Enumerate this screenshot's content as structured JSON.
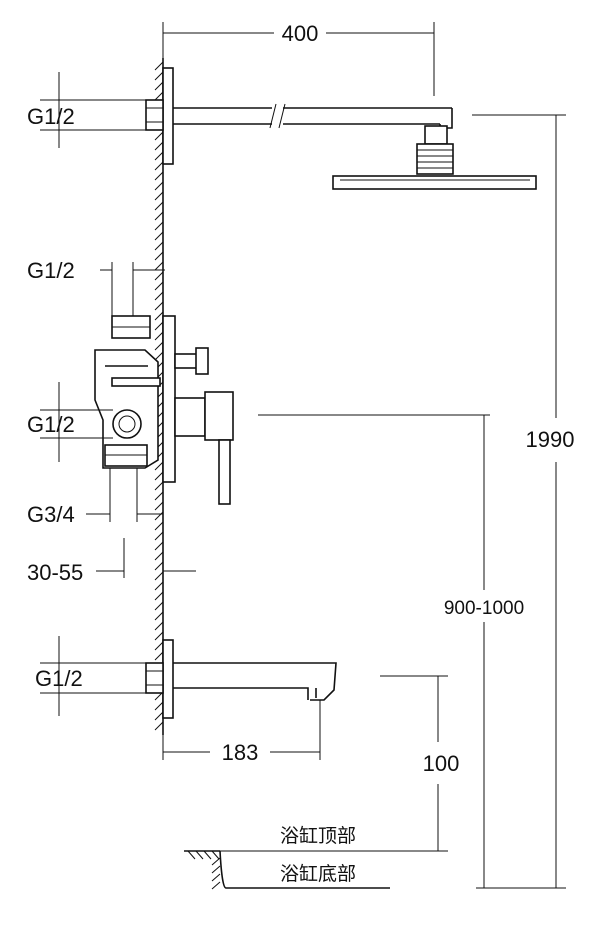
{
  "dimensions": {
    "shower_arm_length": "400",
    "total_height": "1990",
    "valve_height": "900-1000",
    "spout_length": "183",
    "spout_height": "100",
    "wall_gap": "30-55"
  },
  "threads": {
    "shower_inlet": "G1/2",
    "valve_top": "G1/2",
    "valve_mid": "G1/2",
    "valve_bottom": "G3/4",
    "spout_inlet": "G1/2"
  },
  "bathtub": {
    "top_label": "浴缸顶部",
    "bottom_label": "浴缸底部"
  }
}
